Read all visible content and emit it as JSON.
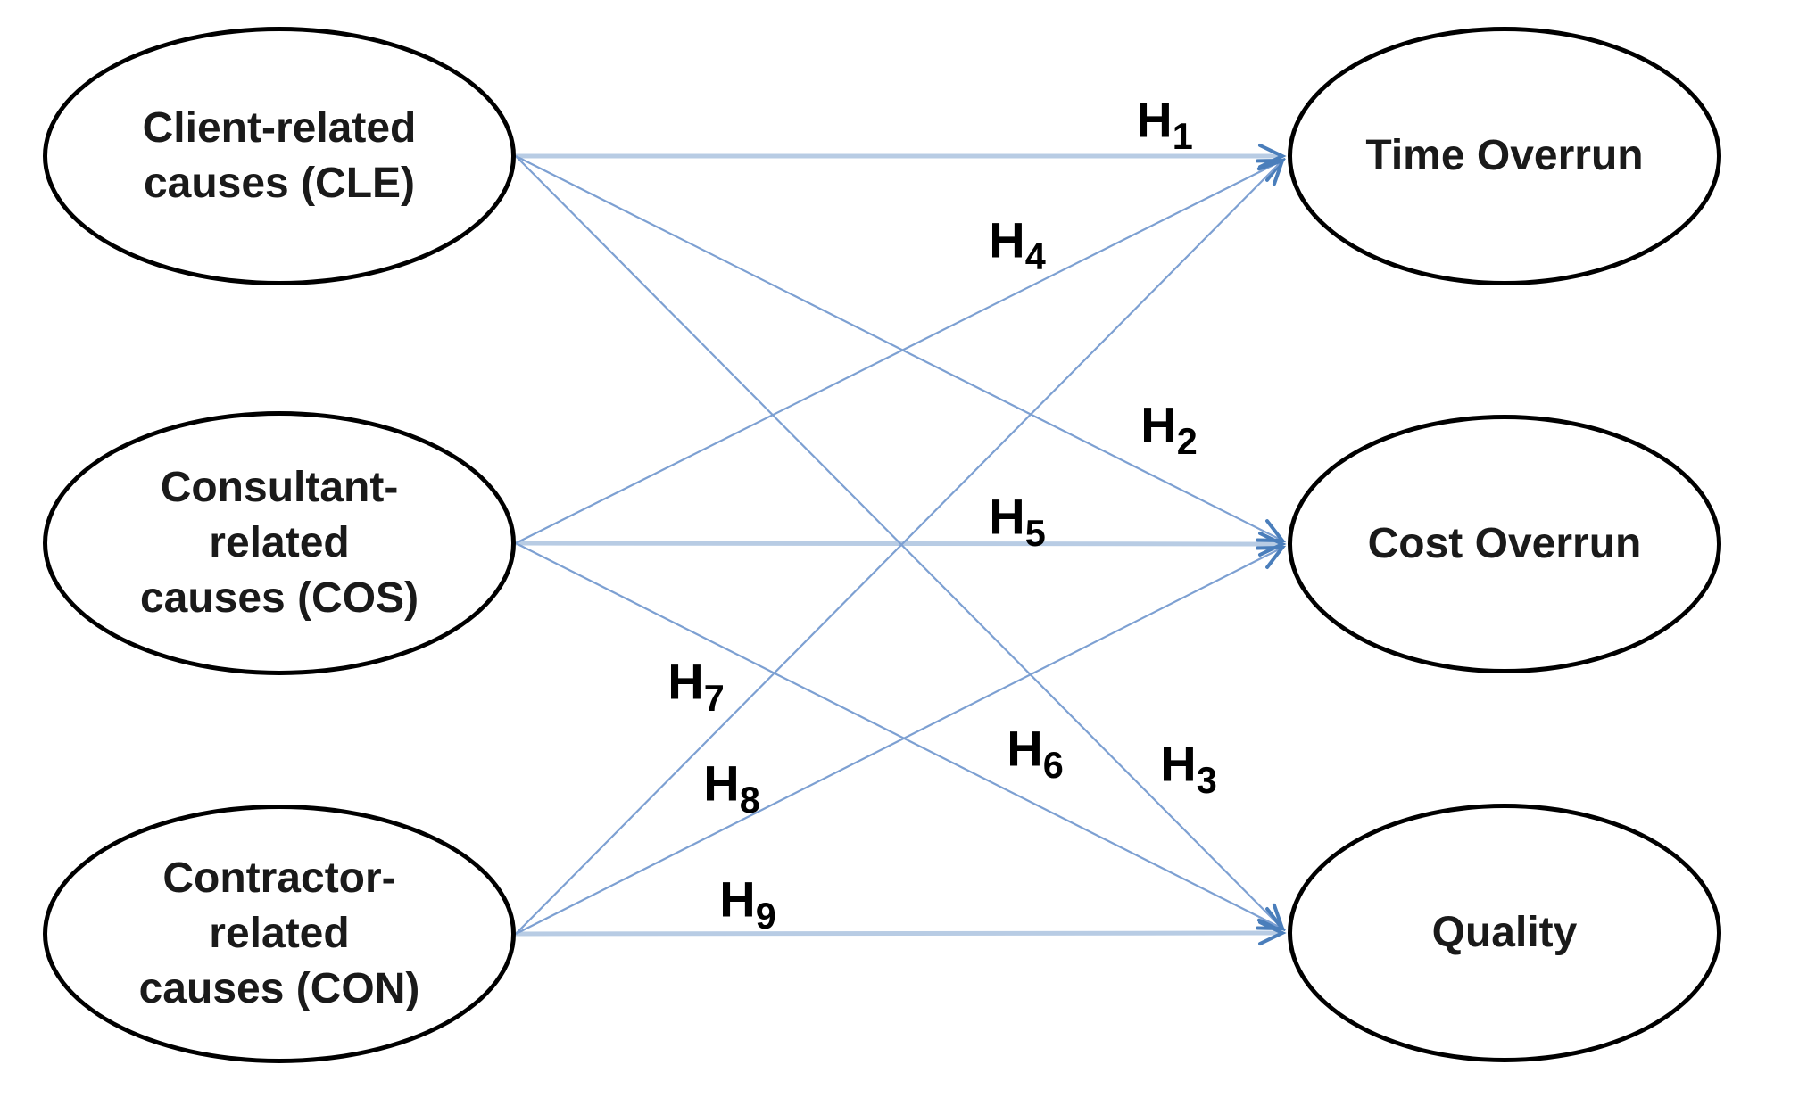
{
  "diagram": {
    "type": "hypothesis-path-diagram",
    "left_nodes": [
      {
        "id": "CLE",
        "lines": [
          "Client-related",
          "causes (CLE)"
        ]
      },
      {
        "id": "COS",
        "lines": [
          "Consultant-",
          "related",
          "causes (COS)"
        ]
      },
      {
        "id": "CON",
        "lines": [
          "Contractor-",
          "related",
          "causes (CON)"
        ]
      }
    ],
    "right_nodes": [
      {
        "id": "TIME",
        "label": "Time Overrun"
      },
      {
        "id": "COST",
        "label": "Cost Overrun"
      },
      {
        "id": "QUALITY",
        "label": "Quality"
      }
    ],
    "hypotheses": [
      {
        "main": "H",
        "sub": "1",
        "from": "CLE",
        "to": "TIME"
      },
      {
        "main": "H",
        "sub": "2",
        "from": "CLE",
        "to": "COST"
      },
      {
        "main": "H",
        "sub": "3",
        "from": "CLE",
        "to": "QUALITY"
      },
      {
        "main": "H",
        "sub": "4",
        "from": "COS",
        "to": "TIME"
      },
      {
        "main": "H",
        "sub": "5",
        "from": "COS",
        "to": "COST"
      },
      {
        "main": "H",
        "sub": "6",
        "from": "COS",
        "to": "QUALITY"
      },
      {
        "main": "H",
        "sub": "7",
        "from": "CON",
        "to": "TIME"
      },
      {
        "main": "H",
        "sub": "8",
        "from": "CON",
        "to": "COST"
      },
      {
        "main": "H",
        "sub": "9",
        "from": "CON",
        "to": "QUALITY"
      }
    ],
    "colors": {
      "background": "#ffffff",
      "node_border": "#000000",
      "node_text": "#1a1a1a",
      "arrow_diagonal": "#7da0d2",
      "arrow_horizontal": "#b8cce4",
      "arrowhead": "#4a7ebb",
      "label_text": "#000000"
    }
  }
}
